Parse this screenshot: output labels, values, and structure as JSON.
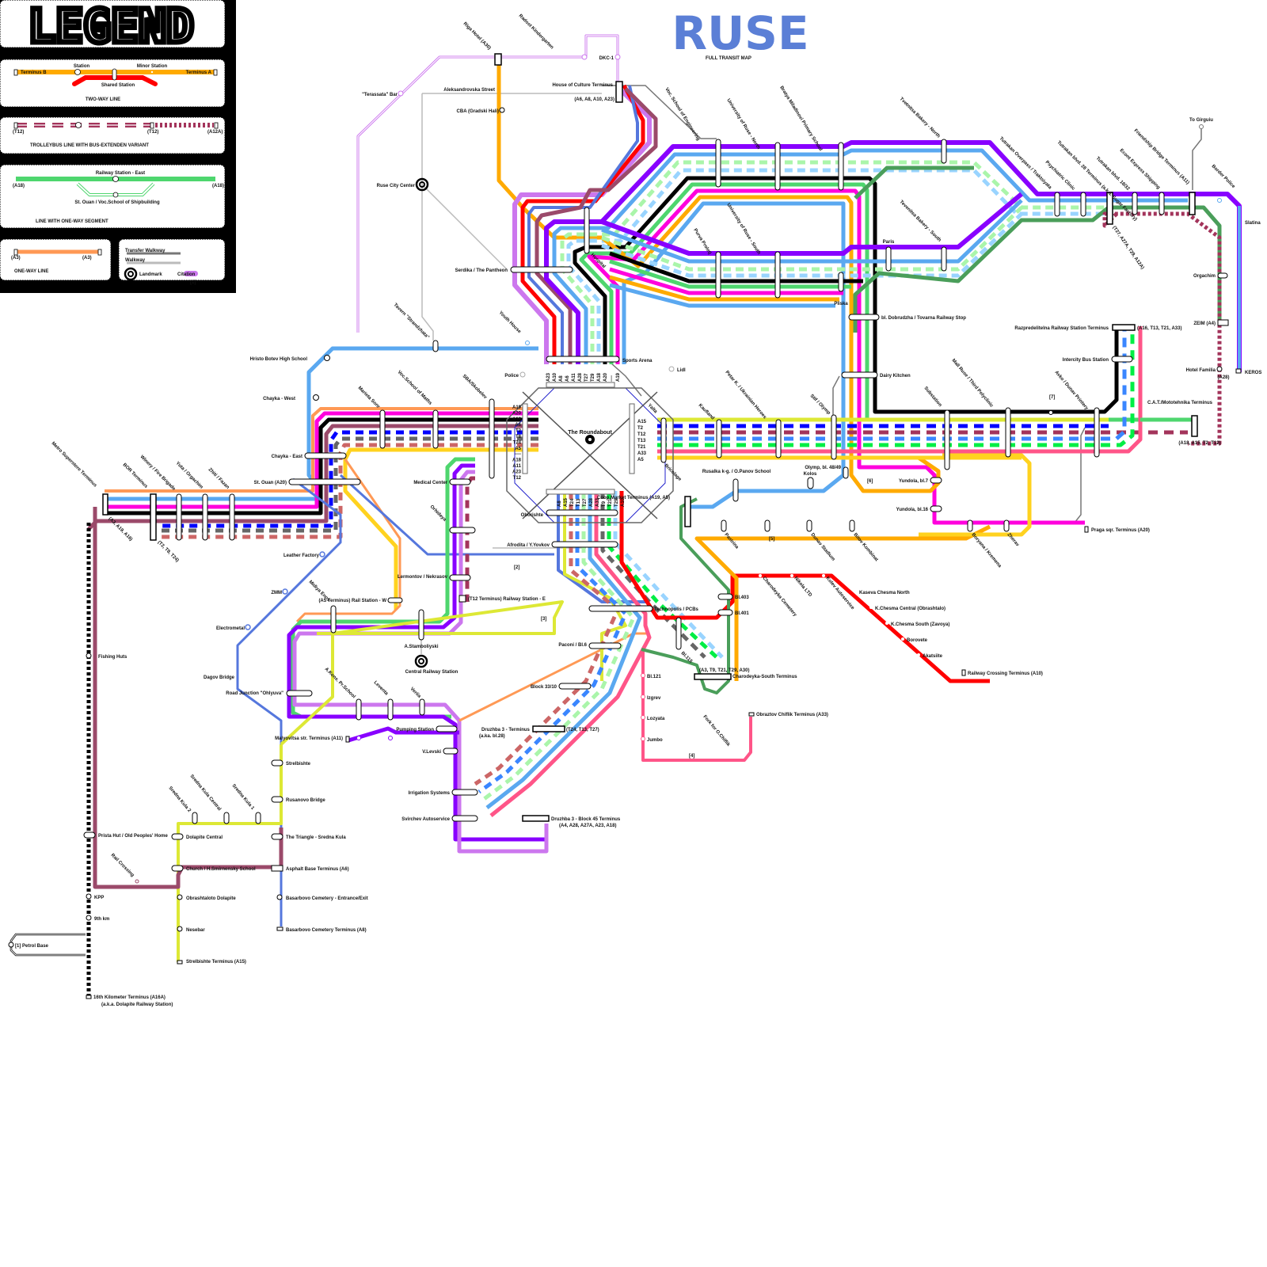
{
  "header": {
    "title": "RUSE",
    "subtitle": "FULL TRANSIT MAP",
    "title_color": "#5b7fd6"
  },
  "legend": {
    "title": "LEGEND",
    "two_way": {
      "terminus_b": "Terminus B",
      "terminus_a": "Terminus A",
      "station": "Station",
      "minor_station": "Minor Station",
      "shared_station": "Shared Station",
      "caption": "TWO-WAY LINE"
    },
    "trolleybus": {
      "left_code": "(T12)",
      "mid_code": "(T12)",
      "right_code": "(A12A)",
      "caption": "TROLLEYBUS LINE WITH BUS-EXTENDEN VARIANT"
    },
    "one_way_segment": {
      "top_station": "Railway Station - East",
      "bottom_station": "St. Ouan / Voc.School of Shipbuilding",
      "left_code": "(A18)",
      "right_code": "(A18)",
      "caption": "LINE WITH ONE-WAY SEGMENT"
    },
    "one_way": {
      "left_code": "(A3)",
      "right_code": "(A3)",
      "caption": "ONE-WAY LINE"
    },
    "misc": {
      "transfer_walkway": "Transfer Walkway",
      "walkway": "Walkway",
      "landmark": "Landmark",
      "citation": "Citation",
      "citation_mark": "[1]"
    }
  },
  "colors": {
    "orange": "#ffaa00",
    "red": "#ff0000",
    "maroon": "#9b4a6a",
    "trolley_maroon": "#a3345b",
    "green": "#4ed66e",
    "salmon": "#ff9955",
    "violet": "#8800ff",
    "lilac": "#cc77ee",
    "blue": "#5aa8f0",
    "royal": "#5577dd",
    "black": "#000000",
    "magenta": "#ff00dd",
    "yellow": "#ffd21f",
    "lime": "#dde835",
    "darkgreen": "#4a9e5a",
    "pink": "#ff5588",
    "paleblue": "#99d4ff",
    "palegreen": "#aaf5aa",
    "gray": "#777777",
    "walkway": "#bbbbbb"
  },
  "stations": {
    "radost": "Radost Kindergarten",
    "riga": "Riga Hotel (A30)",
    "dkc": "DKC-1",
    "house_culture": "House of Culture Terminus",
    "house_culture_codes": "(A6, A8, A10, A23)",
    "aleksandrovska": "Aleksandrovska Street",
    "cba": "CBA (Gradski Hali)",
    "terassata": "\"Terassata\" Bar",
    "city_center": "Ruse City Center",
    "serdika": "Serdika / The Pantheon",
    "hospital": "Hospital",
    "tavern": "Tavern \"Strandzhata\"",
    "youth_house": "Youth House",
    "sports_arena": "Sports Arena",
    "police": "Police",
    "lidl": "Lidl",
    "yalta": "Yalta",
    "roundabout": "The Roundabout",
    "bricolage": "Bricolage",
    "hristo_botev": "Hristo Botev High School",
    "chayka_west": "Chayka - West",
    "chayka_east": "Chayka - East",
    "st_ouan": "St. Ouan (A20)",
    "marieta": "Marieta Sonr",
    "voc_maths": "Voc.School of Maths",
    "sba": "SBA/Skobelev",
    "medical_center": "Medical Center",
    "orhideya": "Orhideya",
    "oborishte": "Oborishte",
    "afrodita": "Afrodita / Y.Yovkov",
    "lermontov": "Lermontov / Nekrasov",
    "t12_terminus": "(T12 Terminus) Railway Station - E",
    "a5_terminus": "(A5 Terminus) Rail Station - W",
    "stamboliyski": "A.Stamboliyski",
    "central_railway": "Central Railway Station",
    "metro": "Metro Superstore Terminus",
    "metro_codes": "(A3, A19, A16)",
    "bor": "BOR Terminus",
    "bor_codes": "(T2, T8, T24)",
    "winery": "Winery / Fire Brigade",
    "yuta": "Yuta / Orgachim",
    "zhiti": "Zhiti / Fazan",
    "leather": "Leather Factory",
    "zmm": "ZMM",
    "electrometal": "Electrometal",
    "dagov": "Dagov Bridge",
    "midiya": "Midiya Enos",
    "road_junction": "Road Junction \"Ohlyuva\"",
    "a_kons": "A.Kons. Pr.School",
    "leventa": "Leventa",
    "veriia": "Veriia",
    "pumping": "Pumping Station",
    "malyovitsa": "Malyovitsa str. Terminus (A11)",
    "v_levski": "V.Levski",
    "irrigation": "Irrigation Systems",
    "svirchev": "Svirchev Autoservice",
    "druzhba_block45": "Druzhba 3 - Block 45 Terminus",
    "druzhba_block45_codes": "(A4, A28, A27A, A23, A18)",
    "druzhba_terminus": "Druzhba 3 - Terminus",
    "druzhba_aka": "(a.ka. bl.28)",
    "druzhba_codes": "(T24, T13, T27)",
    "block_33": "Block 33/10",
    "paconi": "Paconi / Bl.6",
    "technopolis": "Technopolis / PCBs",
    "bl115": "Bl.115",
    "bl121": "Bl.121",
    "izgrev": "Izgrev",
    "lozyata": "Lozyata",
    "jumbo": "Jumbo",
    "fork": "Fork for O.Chiflik",
    "obraztsov": "Obraztov Chiflik Terminus (A33)",
    "charodeyka_south": "Charodeyka-South Terminus",
    "charodeyka_codes": "(A3, T9, T21, T29, A30)",
    "bl403": "Bl.403",
    "bl401": "Bl.401",
    "charodeyka_cemetery": "Charodeyka Cemetery",
    "nikola": "Nikola LTD",
    "kolev": "Kolev Autoservice",
    "kaseva": "Kaseva Chesma North",
    "kchesma_central": "K.Chesma Central (Obrashtalo)",
    "kchesma_south": "K.Chesma South (Zavoya)",
    "borovete": "Borovete",
    "akatsiite": "Akatsiite",
    "railway_crossing_a10": "Railway Crossing Terminus (A10)",
    "coop": "Coop.Market Terminus (A19, A5)",
    "rusalka": "Rusalka k-g. / O.Panov School",
    "kolos": "Kolos",
    "olymp_bl": "Olymp, bl. 48/49",
    "pastrina": "Pastrina",
    "dunav_stadium": "Dunav Stadium",
    "bitov": "Bitov Kombinat",
    "yundola7": "Yundola, bl.7",
    "yundola16": "Yundola, bl.16",
    "boryana": "Boryana / Kremena",
    "zheravi": "Zherav",
    "praga": "Praga sqr. Terminus (A20)",
    "kaufland": "Kaufland",
    "petar": "Petar K. / Ukrainian Heroes",
    "stif": "Stif / Olymp",
    "dairy": "Dairy Kitchen",
    "substation": "Substation",
    "mall": "Mall Ruse / Third Polyclinic",
    "avko": "Avko / Dunav Printery",
    "intercity": "Intercity Bus Station",
    "razpredelitelna": "Razpredelitelna Railway Station Terminus",
    "razpredelitelna_codes": "(A16, T13, T21, A33)",
    "cat": "C.A.T./Mototehnika Terminus",
    "cat_codes": "(A18, A15, T2, T12)",
    "hotel_familia": "Hotel Familia",
    "hotel_familia_code": "(A28)",
    "zeim": "ZEIM (A4)",
    "orgachim": "Orgachim",
    "slatina": "Slatina",
    "keros": "KEROS",
    "border_police": "Border Police",
    "to_giurgiu": "To Girguiu",
    "friendship_bridge": "Friendship Bridge Terminus (A11)",
    "econt": "Econt Express Shipping",
    "tutrakan_1832": "Tutrakan blvd. 18/32",
    "tutrakan_28": "Tutrakan blvd. 28 Terminus (a.k.a. Sugar Factory)",
    "tutrakan_28_codes": "(T27, A27A, T29, A12A)",
    "psychiatric": "Psychiatric Clinic",
    "tutrakan_overpass": "Tutrakan Overpass / Traktsiyata",
    "tvetnitsa_north": "Tvetnitsa Bakery - North",
    "tvetnitsa_south": "Tevenitsa Bakery - South",
    "paris": "Paris",
    "pliska": "Pliska",
    "bl_dobrudzha": "bl. Dobrudzha / Tovarna Railway Stop",
    "bratya": "Bratya Miladinovi Primary School",
    "univ_north": "University of Ruse - North",
    "univ_south": "University of Ruse - South",
    "voc_engineering": "Voc. School of Engineering",
    "purva_proleti": "Purva Proletj",
    "fishing_huts": "Fishing Huts",
    "prista": "Prista Hut / Old Peoples' Home",
    "rail_crossing": "Rail Crossing",
    "kpp": "KPP",
    "km9": "9th km",
    "petrol_base": "[1] Petrol Base",
    "km16": "16th Kilometer Terminus (A16A)",
    "km16_aka": "(a.k.a. Dolapite Railway Station)",
    "strelbishte": "Strelbishte",
    "rusanovo": "Rusanovo Bridge",
    "triangle": "The Triangle - Sredna Kula",
    "asphalt": "Asphalt Base Terminus (A6)",
    "basarbovo_entrance": "Basarbovo Cemetery - Entrance/Exit",
    "basarbovo_terminus": "Basarbovo Cemetery Terminus (A8)",
    "sredna_kula2": "Sredna Kula 2",
    "sredna_kula_central": "Sredna Kula Central",
    "sredna_kula1": "Sredna Kula 1",
    "dolapite_central": "Dolapite Central",
    "church": "Church / H.Smirnensky School",
    "obrashtaloto": "Obrashtaloto Dolapite",
    "nesebar": "Nesebar",
    "strelbishte_terminus": "Strelbishte Terminus (A15)"
  },
  "citations": [
    "[2]",
    "[3]",
    "[4]",
    "[5]",
    "[6]",
    "[7]"
  ],
  "roundabout_codes": {
    "north": [
      "A23",
      "A10",
      "A8",
      "A6",
      "A11",
      "A28",
      "T27",
      "T29",
      "A18",
      "A20",
      "----",
      "A19"
    ],
    "west": [
      "A19",
      "A20",
      "A16",
      "A6",
      "T2",
      "T8",
      "T24",
      "A5",
      "----",
      "A18",
      "A11",
      "A23",
      "T12"
    ],
    "east": [
      "A15",
      "T2",
      "T12",
      "T13",
      "T21",
      "A33",
      "A5"
    ],
    "south": [
      "A8",
      "A15",
      "T24",
      "T13",
      "T27",
      "A28",
      "A33",
      "T9",
      "T21",
      "T29",
      "A10"
    ]
  }
}
